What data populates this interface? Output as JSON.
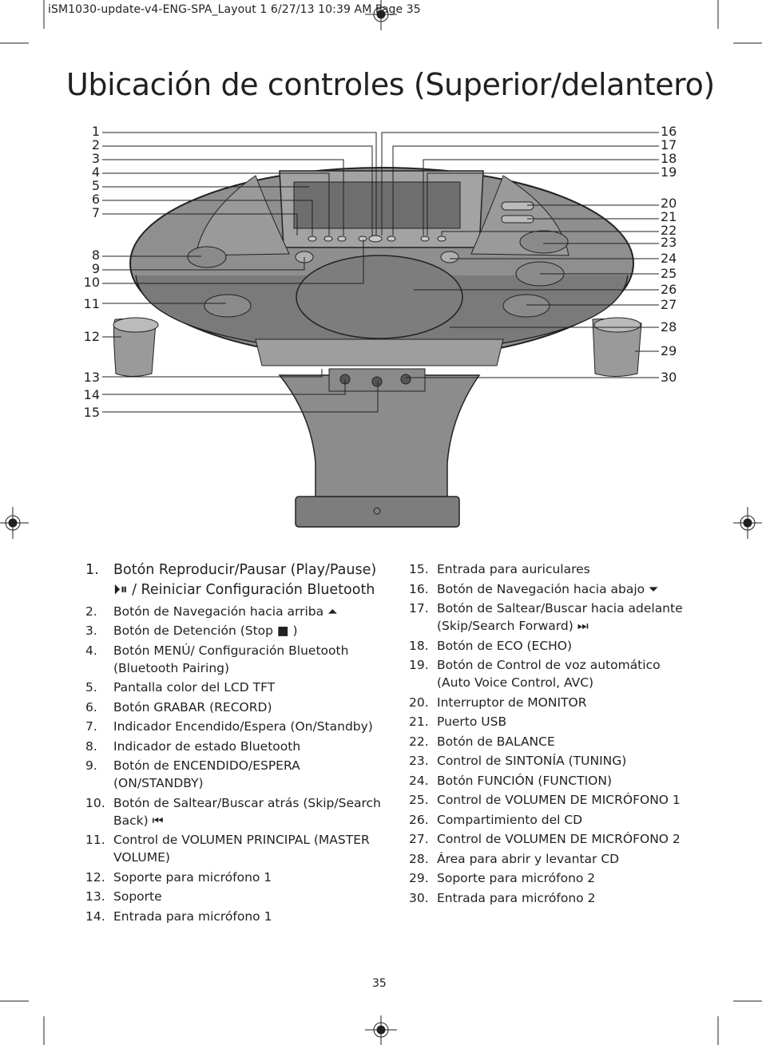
{
  "slug": "iSM1030-update-v4-ENG-SPA_Layout 1  6/27/13  10:39 AM  Page 35",
  "title": "Ubicación de controles (Superior/delantero)",
  "callouts_left": [
    "1",
    "2",
    "3",
    "4",
    "5",
    "6",
    "7",
    "8",
    "9",
    "10",
    "11",
    "12",
    "13",
    "14",
    "15"
  ],
  "callouts_right": [
    "16",
    "17",
    "18",
    "19",
    "20",
    "21",
    "22",
    "23",
    "24",
    "25",
    "26",
    "27",
    "28",
    "29",
    "30"
  ],
  "list_left": [
    {
      "n": "1.",
      "text": "Botón Reproducir/Pausar (Play/Pause)",
      "text2": "⏵⏸ / Reiniciar Configuración Bluetooth"
    },
    {
      "n": "2.",
      "text": "Botón de Navegación hacia arriba ⏶"
    },
    {
      "n": "3.",
      "text": "Botón de Detención (Stop ■ )"
    },
    {
      "n": "4.",
      "text": "Botón MENÚ/ Configuración Bluetooth",
      "text2": "(Bluetooth Pairing)"
    },
    {
      "n": "5.",
      "text": "Pantalla color del LCD TFT"
    },
    {
      "n": "6.",
      "text": "Botón GRABAR (RECORD)"
    },
    {
      "n": "7.",
      "text": "Indicador Encendido/Espera (On/Standby)"
    },
    {
      "n": "8.",
      "text": "Indicador de estado Bluetooth"
    },
    {
      "n": "9.",
      "text": "Botón de ENCENDIDO/ESPERA",
      "text2": "(ON/STANDBY)"
    },
    {
      "n": "10.",
      "text": "Botón de Saltear/Buscar atrás (Skip/Search",
      "text2": "Back) ⏮"
    },
    {
      "n": "11.",
      "text": "Control de VOLUMEN PRINCIPAL (MASTER",
      "text2": "VOLUME)"
    },
    {
      "n": "12.",
      "text": "Soporte para micrófono 1"
    },
    {
      "n": "13.",
      "text": "Soporte"
    },
    {
      "n": "14.",
      "text": "Entrada para micrófono 1"
    }
  ],
  "list_right": [
    {
      "n": "15.",
      "text": "Entrada para auriculares"
    },
    {
      "n": "16.",
      "text": "Botón de Navegación hacia abajo ⏷"
    },
    {
      "n": "17.",
      "text": "Botón de Saltear/Buscar hacia adelante",
      "text2": "(Skip/Search Forward) ⏭"
    },
    {
      "n": "18.",
      "text": "Botón de ECO (ECHO)"
    },
    {
      "n": "19.",
      "text": "Botón de Control de voz automático",
      "text2": "(Auto Voice Control, AVC)"
    },
    {
      "n": "20.",
      "text": "Interruptor de MONITOR"
    },
    {
      "n": "21.",
      "text": "Puerto USB"
    },
    {
      "n": "22.",
      "text": "Botón de BALANCE"
    },
    {
      "n": "23.",
      "text": "Control de SINTONÍA (TUNING)"
    },
    {
      "n": "24.",
      "text": "Botón FUNCIÓN (FUNCTION)"
    },
    {
      "n": "25.",
      "text": "Control de VOLUMEN DE MICRÓFONO 1"
    },
    {
      "n": "26.",
      "text": "Compartimiento del CD"
    },
    {
      "n": "27.",
      "text": "Control de VOLUMEN DE MICRÓFONO 2"
    },
    {
      "n": "28.",
      "text": "Área para abrir y levantar CD"
    },
    {
      "n": "29.",
      "text": "Soporte para micrófono 2"
    },
    {
      "n": "30.",
      "text": "Entrada para micrófono 2"
    }
  ],
  "page_number": "35"
}
